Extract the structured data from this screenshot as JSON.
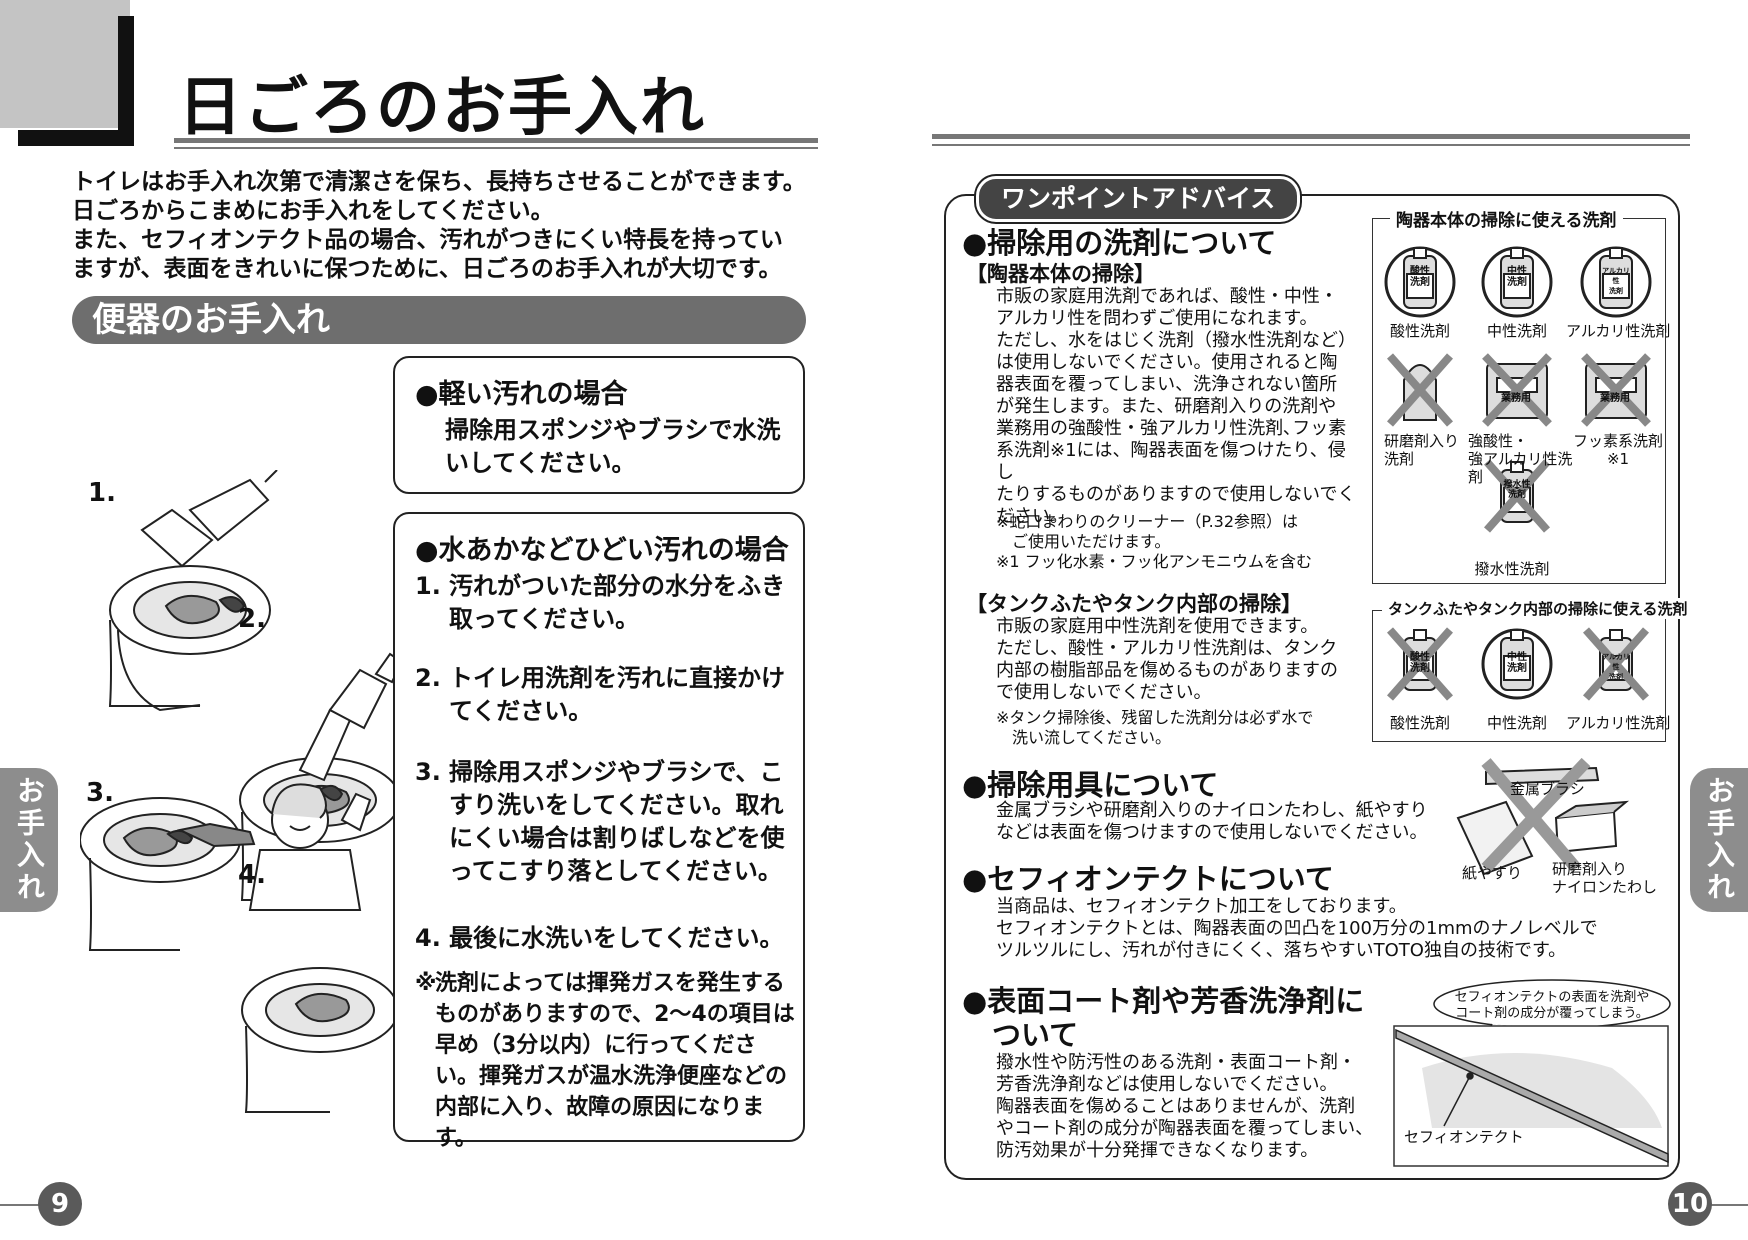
{
  "left_page": {
    "title": "日ごろのお手入れ",
    "intro": [
      "トイレはお手入れ次第で清潔さを保ち、長持ちさせることができます。",
      "日ごろからこまめにお手入れをしてください。",
      "また、セフィオンテクト品の場合、汚れがつきにくい特長を持ってい",
      "ますが、表面をきれいに保つために、日ごろのお手入れが大切です。"
    ],
    "section_title": "便器のお手入れ",
    "light": {
      "heading": "●軽い汚れの場合",
      "text": "掃除用スポンジやブラシで水洗いしてください。"
    },
    "heavy": {
      "heading": "●水あかなどひどい汚れの場合",
      "steps": [
        {
          "num": "1.",
          "text": "汚れがついた部分の水分をふき取ってください。"
        },
        {
          "num": "2.",
          "text": "トイレ用洗剤を汚れに直接かけてください。"
        },
        {
          "num": "3.",
          "text": "掃除用スポンジやブラシで、こすり洗いをしてください。取れにくい場合は割りばしなどを使ってこすり落としてください。"
        },
        {
          "num": "4.",
          "text": "最後に水洗いをしてください。"
        }
      ],
      "note_mark": "※",
      "note": "洗剤によっては揮発ガスを発生するものがありますので、2〜4の項目は早め（3分以内）に行ってください。揮発ガスが温水洗浄便座などの内部に入り、故障の原因になります。"
    },
    "illustration_numbers": [
      "1.",
      "2.",
      "3.",
      "4."
    ],
    "side_tab": "お手入れ",
    "page_number": "9"
  },
  "right_page": {
    "advice_tag": "ワンポイントアドバイス",
    "detergent": {
      "heading": "●掃除用の洗剤について",
      "ceramic_sub": "【陶器本体の掃除】",
      "ceramic_text": [
        "市販の家庭用洗剤であれば、酸性・中性・",
        "アルカリ性を問わずご使用になれます。",
        "ただし、水をはじく洗剤（撥水性洗剤など）",
        "は使用しないでください。使用されると陶",
        "器表面を覆ってしまい、洗浄されない箇所",
        "が発生します。また、研磨剤入りの洗剤や",
        "業務用の強酸性・強アルカリ性洗剤､フッ素",
        "系洗剤※1には、陶器表面を傷つけたり、侵し",
        "たりするものがありますので使用しないでく",
        "ださい。"
      ],
      "ceramic_notes": [
        "※蛇口まわりのクリーナー（P.32参照）は",
        "　ご使用いただけます。",
        "※1 フッ化水素・フッ化アンモニウムを含む"
      ],
      "tank_sub": "【タンクふたやタンク内部の掃除】",
      "tank_text": [
        "市販の家庭用中性洗剤を使用できます。",
        "ただし、酸性・アルカリ性洗剤は、タンク",
        "内部の樹脂部品を傷めるものがありますの",
        "で使用しないでください。"
      ],
      "tank_notes": [
        "※タンク掃除後、残留した洗剤分は必ず水で",
        "　洗い流してください。"
      ]
    },
    "ceramic_box": {
      "title": "陶器本体の掃除に使える洗剤",
      "ok": [
        {
          "badge": "酸性\n洗剤",
          "label": "酸性洗剤"
        },
        {
          "badge": "中性\n洗剤",
          "label": "中性洗剤"
        },
        {
          "badge": "アルカリ性\n洗剤",
          "label": "アルカリ性洗剤"
        }
      ],
      "ng": [
        {
          "badge": "",
          "label": "研磨剤入り\n洗剤"
        },
        {
          "badge": "業務用",
          "label": "強酸性・\n強アルカリ性洗剤"
        },
        {
          "badge": "業務用",
          "label": "フッ素系洗剤\n※1"
        },
        {
          "badge": "撥水性\n洗剤",
          "label": "撥水性洗剤"
        }
      ]
    },
    "tank_box": {
      "title": "タンクふたやタンク内部の掃除に使える洗剤",
      "items": [
        {
          "badge": "酸性\n洗剤",
          "label": "酸性洗剤",
          "ok": false
        },
        {
          "badge": "中性\n洗剤",
          "label": "中性洗剤",
          "ok": true
        },
        {
          "badge": "アルカリ性\n洗剤",
          "label": "アルカリ性洗剤",
          "ok": false
        }
      ]
    },
    "tools": {
      "heading": "●掃除用具について",
      "text": [
        "金属ブラシや研磨剤入りのナイロンたわし、紙やすり",
        "などは表面を傷つけますので使用しないでください。"
      ],
      "labels": {
        "brush": "金属ブラシ",
        "paper": "紙やすり",
        "nylon": "研磨剤入り\nナイロンたわし"
      }
    },
    "cefiontect": {
      "heading": "●セフィオンテクトについて",
      "text": [
        "当商品は、セフィオンテクト加工をしております。",
        "セフィオンテクトとは、陶器表面の凹凸を100万分の1mmのナノレベルで",
        "ツルツルにし、汚れが付きにくく、落ちやすいTOTO独自の技術です。"
      ]
    },
    "coating": {
      "heading_1": "●表面コート剤や芳香洗浄剤に",
      "heading_2": "ついて",
      "text": [
        "撥水性や防汚性のある洗剤・表面コート剤・",
        "芳香洗浄剤などは使用しないでください。",
        "陶器表面を傷めることはありませんが、洗剤",
        "やコート剤の成分が陶器表面を覆ってしまい、",
        "防汚効果が十分発揮できなくなります。"
      ],
      "bubble": "セフィオンテクトの表面を洗剤や\nコート剤の成分が覆ってしまう。",
      "diagram_label": "セフィオンテクト"
    },
    "side_tab": "お手入れ",
    "page_number": "10"
  }
}
